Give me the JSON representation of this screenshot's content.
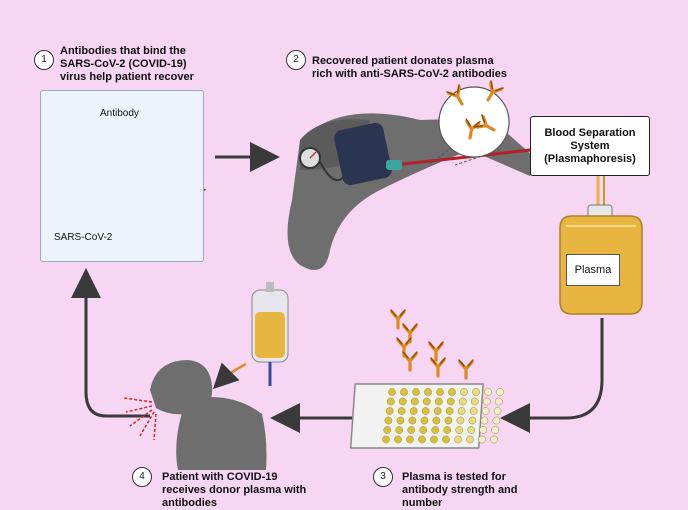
{
  "steps": [
    {
      "num": "1",
      "text": "Antibodies that bind the SARS-CoV-2 (COVID-19) virus help patient recover"
    },
    {
      "num": "2",
      "text": "Recovered patient donates plasma rich with anti-SARS-CoV-2 antibodies"
    },
    {
      "num": "3",
      "text": "Plasma is tested for antibody strength and number"
    },
    {
      "num": "4",
      "text": "Patient with COVID-19 receives donor plasma with antibodies"
    }
  ],
  "labels": {
    "antibody": "Antibody",
    "virus": "SARS-CoV-2",
    "blood_separation": "Blood Separation System (Plasmaphoresis)",
    "plasma": "Plasma"
  },
  "colors": {
    "background": "#f6d6f3",
    "arrow": "#3a3a3a",
    "antibody_orange": "#e08a1e",
    "virus_blue": "#2f4f9f",
    "plasma_yellow": "#e8b640",
    "skin_gray": "#6e6e6e",
    "cuff_navy": "#2b3552"
  },
  "icons": [
    "virus-icon",
    "antibody-icon",
    "arm-icon",
    "blood-pressure-cuff-icon",
    "plasma-bag-icon",
    "well-plate-icon",
    "iv-bag-icon",
    "patient-icon"
  ]
}
